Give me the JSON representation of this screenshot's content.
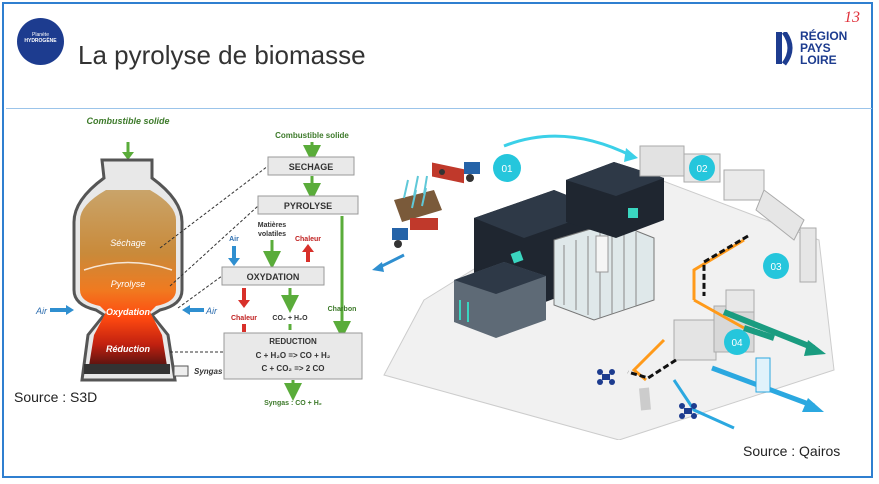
{
  "header": {
    "title": "La pyrolyse de biomasse",
    "page_number": "13",
    "logo_left_line1": "Planète",
    "logo_left_line2": "HYDROGÈNE",
    "logo_right_line1": "RÉGION",
    "logo_right_line2": "PAYS",
    "logo_right_line3": "LOIRE"
  },
  "reactor": {
    "input": "Combustible solide",
    "zone_1": "Séchage",
    "zone_2": "Pyrolyse",
    "zone_3": "Oxydation",
    "zone_4": "Réduction",
    "air_left": "Air",
    "air_right": "Air",
    "output": "Syngas"
  },
  "flowchart": {
    "input": "Combustible solide",
    "box_1": "SECHAGE",
    "box_2": "PYROLYSE",
    "volatiles_1": "Matières",
    "volatiles_2": "volatiles",
    "chaleur_1": "Chaleur",
    "air": "Air",
    "box_3": "OXYDATION",
    "chaleur_2": "Chaleur",
    "co2_h2o": "CO₂ + H₂O",
    "charbon": "Charbon",
    "box_4": "REDUCTION",
    "eq_1": "C + H₂O => CO + H₂",
    "eq_2": "C + CO₂ => 2 CO",
    "output": "Syngas : CO + H₂"
  },
  "plant": {
    "step_1": "01",
    "step_2": "02",
    "step_3": "03",
    "step_4": "04"
  },
  "sources": {
    "left": "Source : S3D",
    "right": "Source : Qairos"
  },
  "colors": {
    "frame": "#2f7fd0",
    "green_arrow": "#5aac3a",
    "red_arrow": "#d8302a",
    "blue_arrow": "#2f8fd0",
    "teal_step": "#25c6dc",
    "title": "#333333"
  }
}
